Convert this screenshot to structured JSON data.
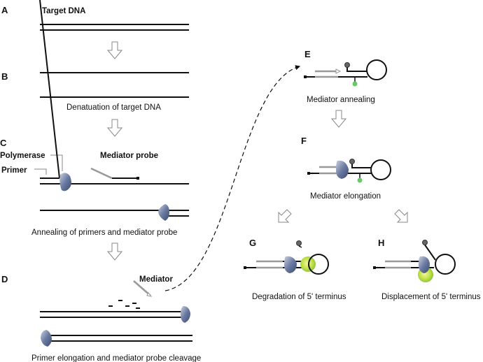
{
  "panels": {
    "A": {
      "letter": "A",
      "title": "Target DNA"
    },
    "B": {
      "letter": "B",
      "caption": "Denatuation of target DNA"
    },
    "C": {
      "letter": "C",
      "label_polymerase": "Polymerase",
      "label_primer": "Primer",
      "label_probe": "Mediator probe",
      "caption": "Annealing of primers and mediator probe"
    },
    "D": {
      "letter": "D",
      "label_mediator": "Mediator",
      "caption": "Primer elongation and mediator probe cleavage"
    },
    "E": {
      "letter": "E",
      "caption": "Mediator annealing"
    },
    "F": {
      "letter": "F",
      "caption": "Mediator elongation"
    },
    "G": {
      "letter": "G",
      "caption": "Degradation of 5' terminus"
    },
    "H": {
      "letter": "H",
      "caption": "Displacement of 5' terminus"
    }
  },
  "colors": {
    "strand": "#111111",
    "polymerase": "#4a5a80",
    "fluorophore": "#66cc66",
    "quencher": "#666666",
    "glow": "#b8e23a",
    "probe_grey": "#999999"
  }
}
